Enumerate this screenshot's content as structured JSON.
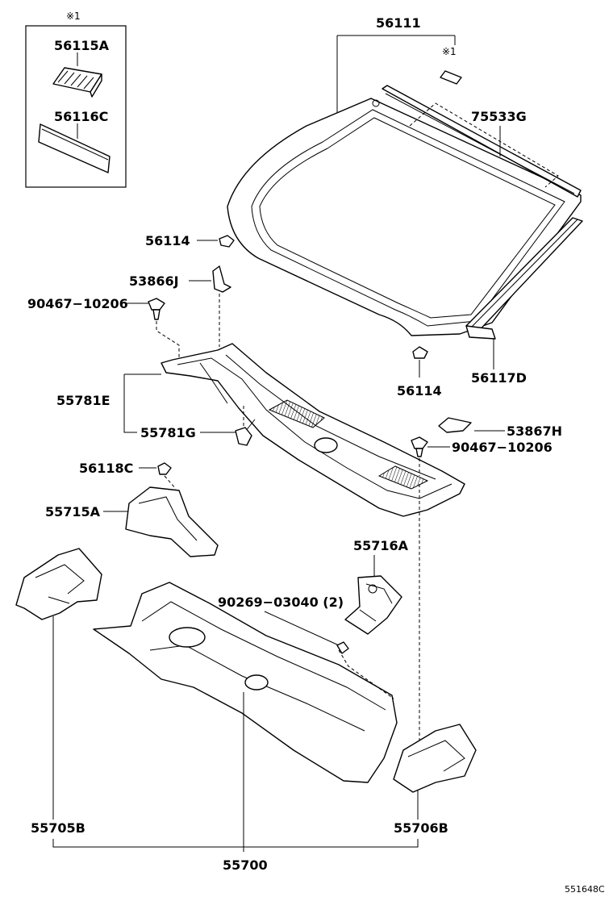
{
  "labels": {
    "box_note": "※1",
    "p56111": "56111",
    "p56111_note": "※1",
    "p56115A": "56115A",
    "p56116C": "56116C",
    "p75533G": "75533G",
    "p56114_top": "56114",
    "p53866J": "53866J",
    "p90467_left": "90467−10206",
    "p55781E": "55781E",
    "p55781G": "55781G",
    "p56114_bottom": "56114",
    "p56117D": "56117D",
    "p53867H": "53867H",
    "p90467_right": "90467−10206",
    "p56118C": "56118C",
    "p55715A": "55715A",
    "p55716A": "55716A",
    "p90269": "90269−03040 (2)",
    "p55705B": "55705B",
    "p55706B": "55706B",
    "p55700": "55700",
    "footer_code": "551648C"
  }
}
